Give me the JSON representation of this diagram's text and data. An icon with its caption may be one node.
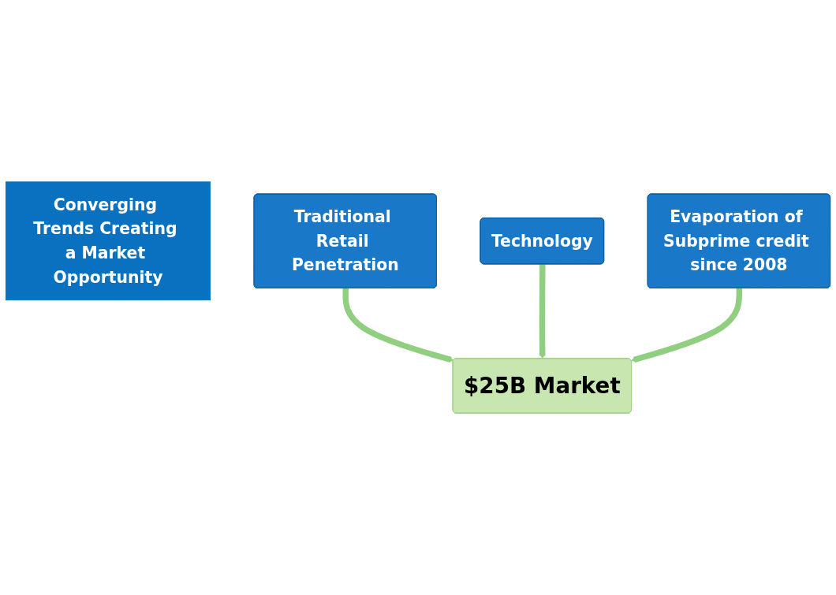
{
  "diagram": {
    "nodes": [
      {
        "text": [
          "Converging Trends Creating a Market Opportunity"
        ]
      },
      {
        "text": [
          "Traditional Retail Penetration"
        ]
      },
      {
        "text": [
          "$25B Market"
        ]
      },
      {
        "text": [
          "Technology"
        ]
      },
      {
        "text": [
          "Evaporation of Subprime credit since 2008"
        ]
      }
    ],
    "edges": [
      {
        "from": 1,
        "to": 2,
        "arrow": "to"
      },
      {
        "from": 3,
        "to": 2,
        "arrow": "to"
      },
      {
        "from": 4,
        "to": 2,
        "arrow": "to"
      }
    ]
  }
}
